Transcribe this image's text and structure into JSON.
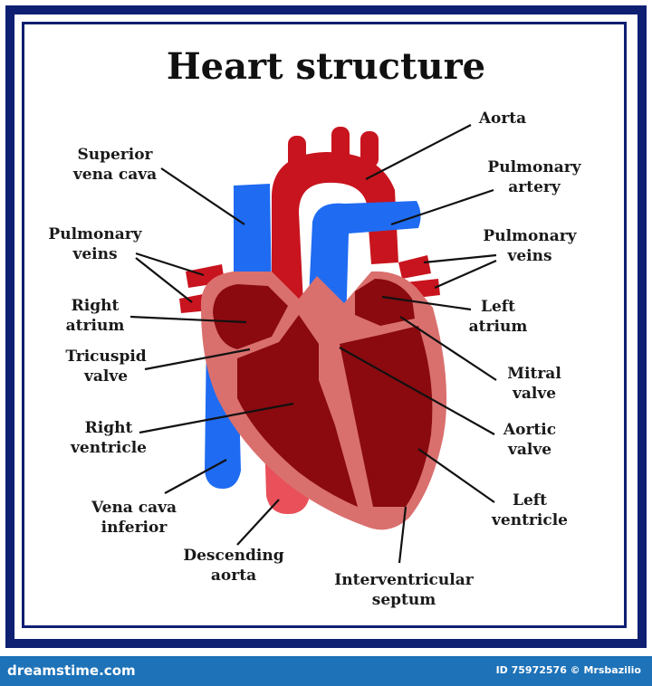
{
  "title": "Heart structure",
  "labels": {
    "aorta": "Aorta",
    "pulmonary_artery_1": "Pulmonary",
    "pulmonary_artery_2": "artery",
    "superior_vena_cava_1": "Superior",
    "superior_vena_cava_2": "vena cava",
    "pulmonary_veins_left_1": "Pulmonary",
    "pulmonary_veins_left_2": "veins",
    "pulmonary_veins_right_1": "Pulmonary",
    "pulmonary_veins_right_2": "veins",
    "right_atrium_1": "Right",
    "right_atrium_2": "atrium",
    "left_atrium_1": "Left",
    "left_atrium_2": "atrium",
    "tricuspid_valve_1": "Tricuspid",
    "tricuspid_valve_2": "valve",
    "mitral_valve_1": "Mitral",
    "mitral_valve_2": "valve",
    "right_ventricle_1": "Right",
    "right_ventricle_2": "ventricle",
    "aortic_valve_1": "Aortic",
    "aortic_valve_2": "valve",
    "vena_cava_inferior_1": "Vena cava",
    "vena_cava_inferior_2": "inferior",
    "left_ventricle_1": "Left",
    "left_ventricle_2": "ventricle",
    "descending_aorta_1": "Descending",
    "descending_aorta_2": "aorta",
    "interventricular_septum_1": "Interventricular",
    "interventricular_septum_2": "septum"
  },
  "footer": {
    "logo": "dreamstime.com",
    "id_text": "ID 75972576 © Mrsbazilio"
  },
  "colors": {
    "frame": "#0f1f72",
    "artery_red": "#c8141e",
    "heart_dark": "#8a0a0f",
    "heart_light": "#d9706e",
    "vein_blue": "#1f6bf2",
    "footer_blue": "#1d72b8"
  }
}
